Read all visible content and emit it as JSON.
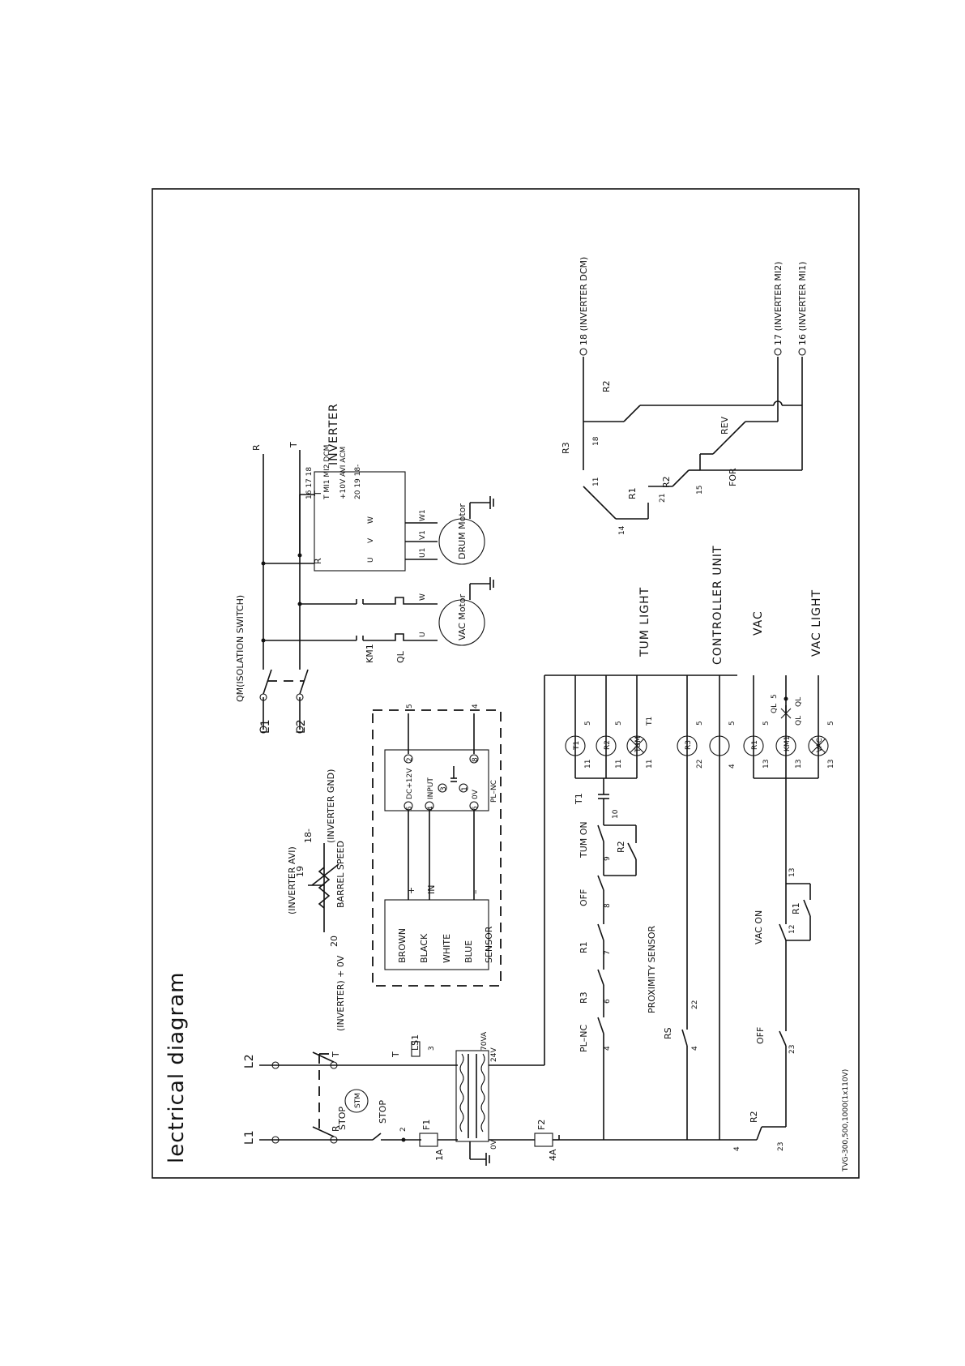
{
  "sheet": {
    "title": "lectrical diagram",
    "doc_code": "TVG-300,500,1000(1x110V)"
  },
  "labels": {
    "L1": "L1",
    "L2": "L2",
    "R": "R",
    "T": "T",
    "stop": "STOP",
    "stm": "STM",
    "ls1": "LS1",
    "f1": "F1",
    "f2": "F2",
    "amp1": "1A",
    "amp4": "4A",
    "va": "70VA",
    "v24": "24V",
    "v0": "0V",
    "n2": "2",
    "n3": "3",
    "n4": "4",
    "n5": "5",
    "n6": "6",
    "n7": "7",
    "n8": "8",
    "n9": "9",
    "n10": "10",
    "n11": "11",
    "n12": "12",
    "n13": "13",
    "n14": "14",
    "n15": "15",
    "n16": "16",
    "n17": "17",
    "n18": "18",
    "n19": "19",
    "n20": "20",
    "n21": "21",
    "n22": "22",
    "n23": "23",
    "n18dash": "18-"
  },
  "pot": {
    "inverter_0v": "(INVERTER) + 0V",
    "inverter_avi": "(INVERTER AVI)",
    "inverter_gnd": "(INVERTER GND)",
    "barrel_speed": "BARREL SPEED"
  },
  "sensor_box": {
    "brown": "BROWN",
    "black": "BLACK",
    "white": "WHITE",
    "blue": "BLUE",
    "sensor": "SENSOR",
    "plus": "+",
    "in": "IN",
    "minus": "–",
    "dc12": "DC+12V",
    "input": "INPUT",
    "ov": "0V",
    "plnc": "PL–NC",
    "p1": "1",
    "p2": "2",
    "p3": "3",
    "p4": "4",
    "p5": "5",
    "p6": "6",
    "p8": "8"
  },
  "power": {
    "qm": "QM(ISOLATION SWITCH)",
    "km1": "KM1",
    "ql": "QL",
    "u": "U",
    "w": "W",
    "vac_motor": "VAC Motor",
    "drum_motor": "DRUM Motor",
    "inverter": "INVERTER",
    "inv_terms_top": "16  17  18",
    "inv_terms_mid1": "T MI1 MI2 DCM",
    "inv_terms_mid2": "+10V AVI ACM",
    "inv_terms_bot": "20  19  18-",
    "u1": "U1",
    "v1": "V1",
    "w1": "W1",
    "r": "R",
    "t": "T",
    "u2": "U",
    "v2": "V",
    "w2": "W"
  },
  "control": {
    "plnc": "PL–NC",
    "r3": "R3",
    "r1": "R1",
    "r2": "R2",
    "off": "OFF",
    "tum_on": "TUM ON",
    "t1": "T1",
    "rs": "RS",
    "proximity": "PROXIMITY SENSOR",
    "vac_on": "VAC ON",
    "km1": "KM1",
    "lamp_t1": "T1",
    "lamp_r2": "R2",
    "lamp_tum": "TUM",
    "lamp_r3": "R3",
    "lamp_r1": "R1",
    "lamp_vac": "VAC",
    "ql": "QL"
  },
  "legend": {
    "tum_light": "TUM LIGHT",
    "controller": "CONTROLLER UNIT",
    "vac": "VAC",
    "vac_light": "VAC LIGHT"
  },
  "inverter_logic": {
    "r3": "R3",
    "r1": "R1",
    "r2": "R2",
    "rev": "REV",
    "for": "FOR",
    "dcm": "18 (INVERTER DCM)",
    "mi2": "17 (INVERTER MI2)",
    "mi1": "16 (INVERTER MI1)"
  }
}
